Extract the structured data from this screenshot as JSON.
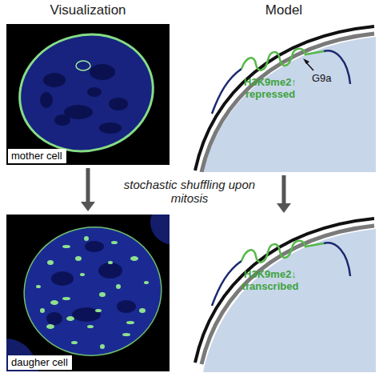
{
  "diagram": {
    "nodes": [
      {
        "text": [
          "mother cell"
        ]
      },
      {
        "text": [
          "daugher cell"
        ]
      },
      {
        "text": [
          "H3K9me2↑ repressed",
          "G9a"
        ]
      },
      {
        "text": [
          "H3K9me2↓ transcribed"
        ]
      }
    ],
    "edges": [
      {
        "from": 0,
        "to": 1,
        "arrow": "to"
      },
      {
        "from": 2,
        "to": 3,
        "arrow": "to"
      }
    ],
    "labels": [
      "Visualization",
      "Model",
      "stochastic shuffling upon mitosis"
    ]
  }
}
